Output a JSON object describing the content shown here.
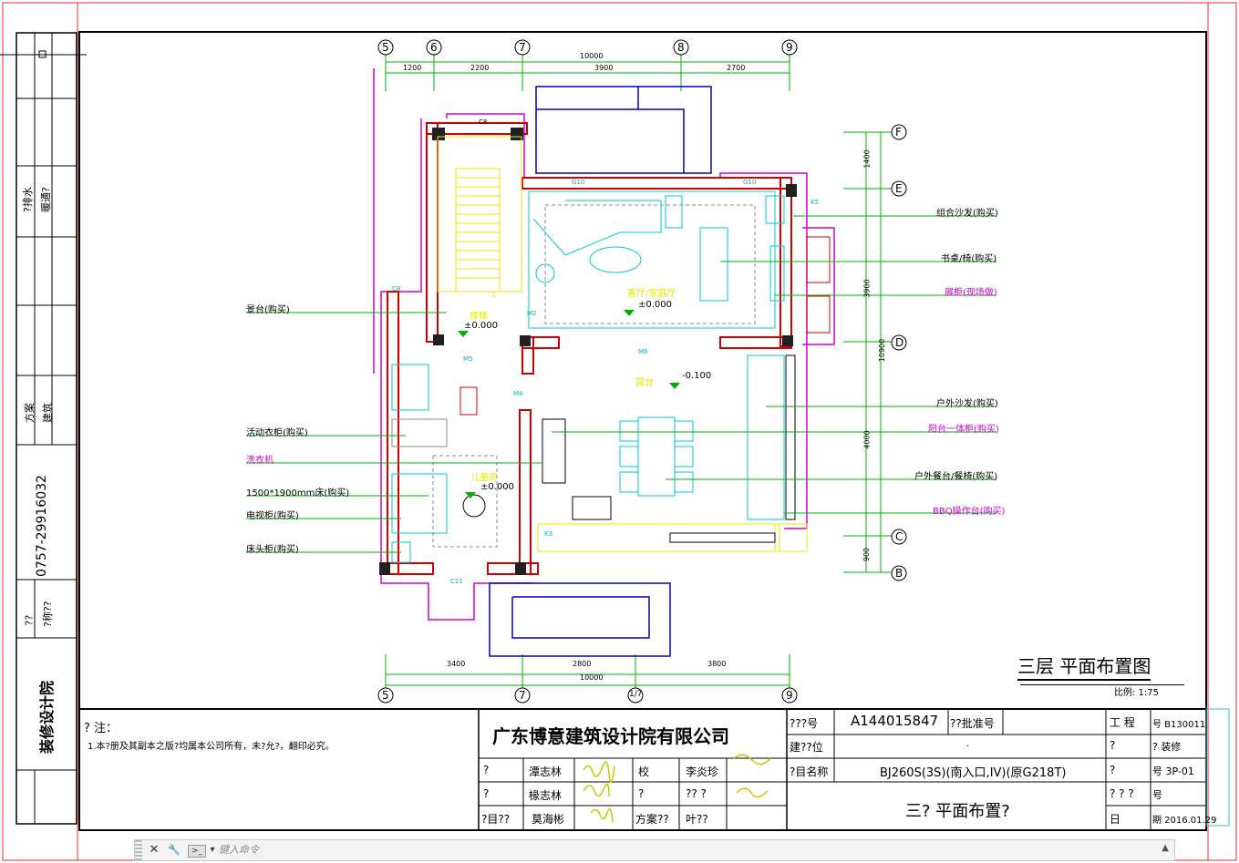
{
  "drawing": {
    "title": "三层  平面布置图",
    "scale": "比例:    1:75",
    "axes_top": [
      "5",
      "6",
      "7",
      "8",
      "9"
    ],
    "axes_bottom": [
      "5",
      "7",
      "1/7",
      "9"
    ],
    "axes_right": [
      "F",
      "E",
      "D",
      "C",
      "B"
    ],
    "dims_top_total": "10000",
    "dims_top": [
      "1200",
      "2200",
      "3900",
      "2700"
    ],
    "dims_bottom": [
      "3400",
      "2800",
      "3800"
    ],
    "dims_bottom_total": "10000",
    "dims_right": [
      "1400",
      "3900",
      "4000",
      "900"
    ],
    "dims_right_total": "10900",
    "room_labels": [
      {
        "text": "客厅/家庭厅",
        "sub": "±0.000"
      },
      {
        "text": "楼梯",
        "sub": "±0.000"
      },
      {
        "text": "露台",
        "sub": "-0.100"
      },
      {
        "text": "儿童房",
        "sub": "±0.000"
      }
    ],
    "left_labels": [
      {
        "text": "景台(购买)",
        "magenta": false
      },
      {
        "text": "活动衣柜(购买)",
        "magenta": false
      },
      {
        "text": "洗衣机",
        "magenta": true
      },
      {
        "text": "1500*1900mm床(购买)",
        "magenta": false
      },
      {
        "text": "电视柜(购买)",
        "magenta": false
      },
      {
        "text": "床头柜(购买)",
        "magenta": false
      }
    ],
    "right_labels": [
      {
        "text": "组合沙发(购买)",
        "magenta": false
      },
      {
        "text": "书桌/椅(购买)",
        "magenta": false
      },
      {
        "text": "展柜(现场做)",
        "magenta": true
      },
      {
        "text": "户外沙发(购买)",
        "magenta": false
      },
      {
        "text": "阳台一体柜(购买)",
        "magenta": true
      },
      {
        "text": "户外餐台/餐椅(购买)",
        "magenta": false
      },
      {
        "text": "BBQ操作台(购买)",
        "magenta": true
      }
    ],
    "small_tags": [
      "C8",
      "G10",
      "G10",
      "K5",
      "M6",
      "M2",
      "M5",
      "M4",
      "K3",
      "C11",
      "C8",
      "上"
    ]
  },
  "side_strip": {
    "phone": "0757-29916032",
    "company_vertical": "装修设计院",
    "cells": [
      "?排水",
      "暖通?",
      "方案",
      "建筑",
      "??",
      "?称??"
    ]
  },
  "title_block": {
    "note_head": "?  注：",
    "note_text": "1.本?册及其副本之版?均属本公司所有，未?允?，翻印必究。",
    "company": "广东博意建筑设计院有限公司",
    "staff": [
      {
        "role": "?",
        "name": "潭志林",
        "role2": "校",
        "name2": "李炎珍"
      },
      {
        "role": "?",
        "name": "椽志林",
        "role2": "?",
        "name2": "??  ?"
      },
      {
        "role": "?目??",
        "name": "莫海彬",
        "role2": "方案??",
        "name2": "叶??"
      }
    ],
    "cert_label": "???号",
    "cert_value": "A144015847",
    "approve_label": "??批准号",
    "build_label": "建??位",
    "build_value": ".",
    "project_label": "?目名称",
    "project_value": "BJ260S(3S)(南入口,IV)(原G218T)",
    "sheet_title": "三?  平面布置?",
    "right_rows": [
      {
        "label": "工  程",
        "value": "号 B130011"
      },
      {
        "label": "?",
        "value": "?  装修"
      },
      {
        "label": "?",
        "value": "号 3P-01"
      },
      {
        "label": "? ? ?",
        "value": "号"
      },
      {
        "label": "日",
        "value": "期 2016.01.29"
      }
    ]
  },
  "cmdbar": {
    "placeholder": "键入命令",
    "close_glyph": "✕",
    "tool_glyph": "🔧",
    "prompt_glyph": ">_",
    "dropdown_glyph": "▾",
    "scroll_glyph": "▲"
  },
  "colors": {
    "wall_red": "#d00000",
    "magenta": "#d400d4",
    "yellow": "#f0f000",
    "cyan": "#00c8d8",
    "blue": "#0000c8",
    "green": "#00b000"
  }
}
